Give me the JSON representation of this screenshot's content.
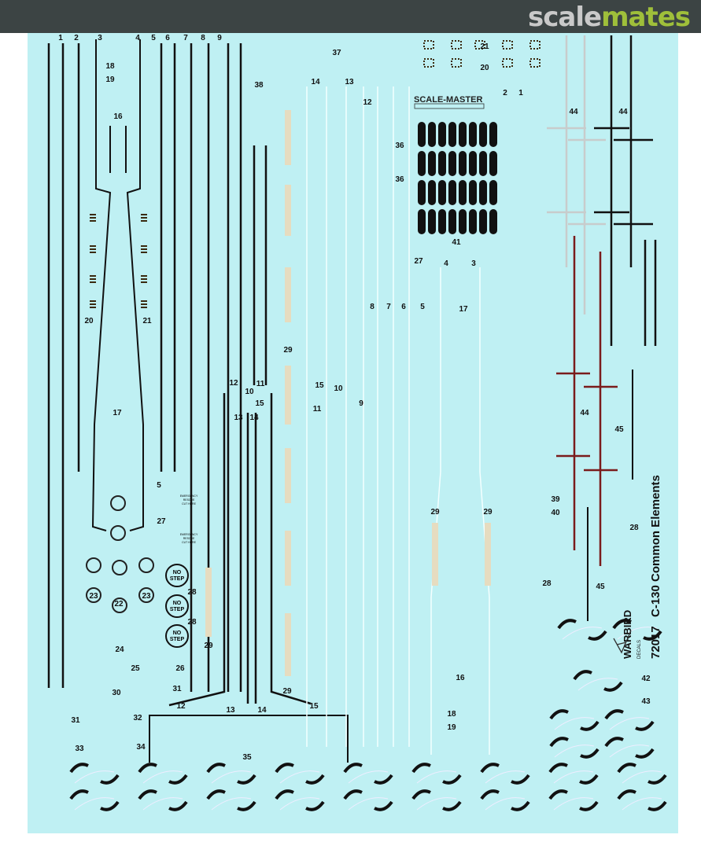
{
  "watermark": {
    "part1": "scale",
    "part2": "mates"
  },
  "colors": {
    "sheet_background": "#bff0f3",
    "decal_black": "#111111",
    "decal_red": "#7a1c1c",
    "decal_grey": "#c8cccc",
    "decal_tan": "#e6dcc0",
    "header": "#3c4444",
    "logo_green": "#9fbf3a"
  },
  "sheet": {
    "title": "C-130 Common Elements",
    "catalog_number": "72017",
    "brand": "WARBIRD",
    "brand_sub": "DECALS",
    "scale_master": "SCALE-MASTER",
    "no_step": [
      "NO",
      "STEP"
    ],
    "emergency": [
      "EMERGENCY",
      "RESCUE",
      "CUT HERE"
    ]
  },
  "labels": [
    "1",
    "2",
    "3",
    "4",
    "5",
    "6",
    "7",
    "8",
    "9",
    "18",
    "19",
    "16",
    "20",
    "21",
    "17",
    "5",
    "27",
    "22",
    "23",
    "23",
    "28",
    "28",
    "29",
    "24",
    "25",
    "26",
    "30",
    "31",
    "31",
    "32",
    "33",
    "34",
    "12",
    "13",
    "14",
    "15",
    "35",
    "12",
    "10",
    "11",
    "13",
    "15",
    "14",
    "38",
    "37",
    "14",
    "13",
    "12",
    "29",
    "29",
    "15",
    "10",
    "11",
    "9",
    "36",
    "36",
    "41",
    "27",
    "4",
    "3",
    "8",
    "7",
    "6",
    "5",
    "17",
    "29",
    "29",
    "16",
    "18",
    "19",
    "21",
    "20",
    "2",
    "1",
    "44",
    "44",
    "44",
    "45",
    "39",
    "40",
    "28",
    "28",
    "45",
    "42",
    "43"
  ]
}
